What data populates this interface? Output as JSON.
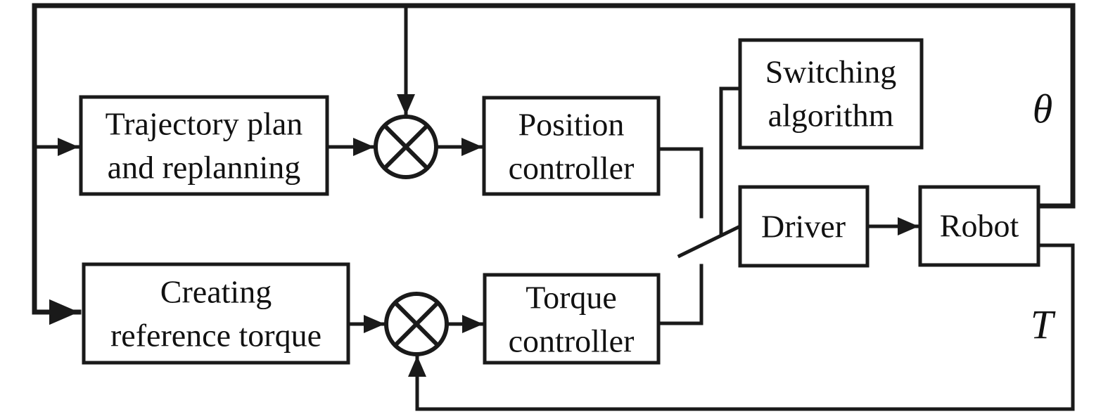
{
  "figure": {
    "type": "control-block-diagram",
    "description_visible_text_only": true
  },
  "boxes": {
    "trajectory": {
      "line1": "Trajectory plan",
      "line2": "and replanning"
    },
    "position": {
      "line1": "Position",
      "line2": "controller"
    },
    "switching": {
      "line1": "Switching",
      "line2": "algorithm"
    },
    "driver": {
      "label": "Driver"
    },
    "robot": {
      "label": "Robot"
    },
    "creating": {
      "line1": "Creating",
      "line2": "reference torque"
    },
    "torque": {
      "line1": "Torque",
      "line2": "controller"
    }
  },
  "signals": {
    "theta": "θ",
    "torque": "T"
  },
  "junctions": [
    {
      "name": "position-summing-junction",
      "symbol": "circle-cross"
    },
    {
      "name": "torque-summing-junction",
      "symbol": "circle-cross"
    }
  ],
  "colors": {
    "ink": "#1a1a1a",
    "background": "#ffffff"
  }
}
